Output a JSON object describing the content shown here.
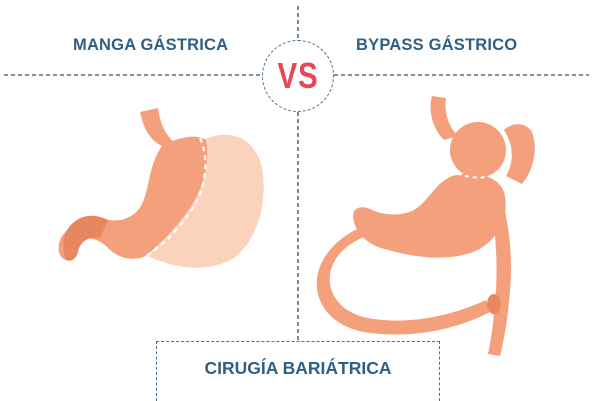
{
  "left_title": "MANGA GÁSTRICA",
  "right_title": "BYPASS GÁSTRICO",
  "vs_label": "VS",
  "footer_label": "CIRUGÍA BARIÁTRICA",
  "colors": {
    "title_text": "#2f5f82",
    "vs_text": "#e64856",
    "divider": "#4e6f8b",
    "organ": "#f4a07c",
    "organ_dark": "#e8875f",
    "removed_part": "#fbd3bd",
    "background_margin": "#fbeef1"
  },
  "icons": {
    "left_illustration": "sleeve-gastrectomy-stomach",
    "right_illustration": "gastric-bypass-stomach"
  }
}
